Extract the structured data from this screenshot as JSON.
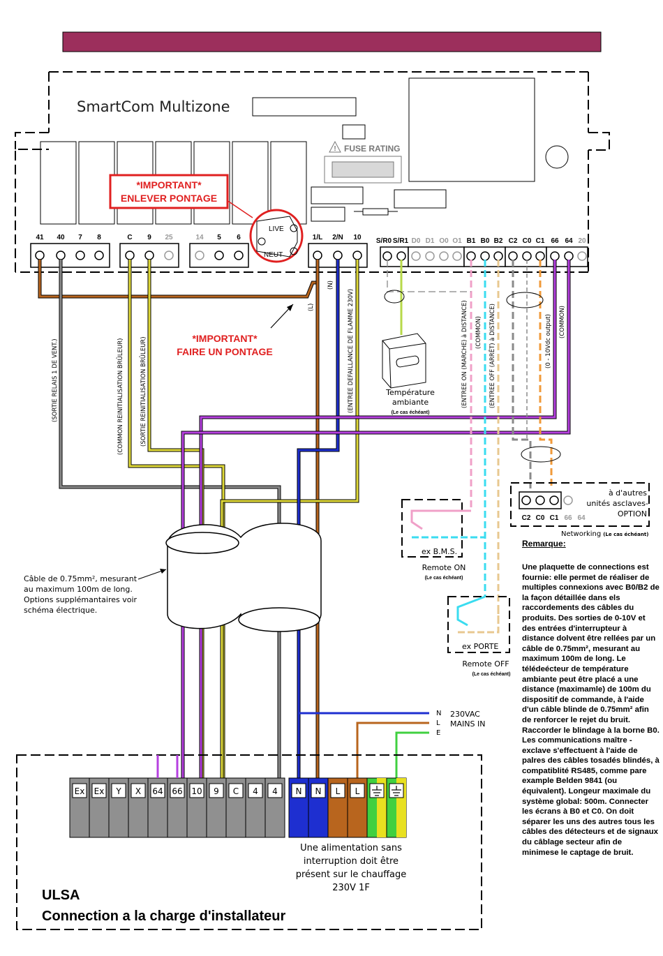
{
  "board": {
    "title": "SmartCom Multizone",
    "fuse_label": "FUSE RATING",
    "live": "LIVE",
    "neut": "NEUT"
  },
  "important1": {
    "line1": "*IMPORTANT*",
    "line2": "ENLEVER PONTAGE"
  },
  "important2": {
    "line1": "*IMPORTANT*",
    "line2": "FAIRE UN PONTAGE"
  },
  "terminals_top": [
    "41",
    "40",
    "7",
    "8",
    "C",
    "9",
    "25",
    "14",
    "5",
    "6",
    "1/L",
    "2/N",
    "10",
    "S/R0",
    "S/R1",
    "D0",
    "D1",
    "O0",
    "O1",
    "B1",
    "B0",
    "B2",
    "C2",
    "C0",
    "C1",
    "66",
    "64",
    "20"
  ],
  "wire_labels": {
    "sortie_relais": "(SORTIE RELAIS 1 DE VENT.)",
    "common_reinit": "(COMMON REINITIALISATION BRÛLEUR)",
    "sortie_reinit": "(SORTIE REINITIALISATION BRÛLEUR)",
    "entree_defaillance": "(ENTREE DEFAILLANCE DE FLAMME 230V)",
    "n": "(N)",
    "l": "(L)",
    "entree_on": "(ENTREE ON (MARCHE) à DISTANCE)",
    "common": "(COMMON)",
    "entree_off": "(ENTREE OFF (ARRÊT) à DISTANCE)",
    "out_0_10v": "(0 - 10Vdc output)",
    "common2": "(COMMON)"
  },
  "temp_sensor": {
    "line1": "Température",
    "line2": "ambiante",
    "line3": "(Le cas échéant)"
  },
  "bms": {
    "label": "ex B.M.S.",
    "title": "Remote ON",
    "sub": "(Le cas échéant)"
  },
  "porte": {
    "label": "ex PORTE",
    "title": "Remote OFF",
    "sub": "(Le cas échéant)"
  },
  "networking": {
    "line1": "à d'autres",
    "line2": "unités asclaves-",
    "line3": "OPTION",
    "terminals": [
      "C2",
      "C0",
      "C1",
      "66",
      "64"
    ],
    "caption": "Networking",
    "caption_sub": "(Le cas échéant)"
  },
  "remarque": {
    "title": "Remarque:",
    "body": "Une plaquette de connections est fournie: elle permet de réaliser de multiples connexions avec B0/B2 de la façon détaillée dans els raccordements des câbles du produits. Des sorties de 0-10V et des entrées d'interrupteur à distance dolvent être rellées par un câble de 0.75mm², mesurant au maximum 100m de long. Le télédeécteur de température ambiante peut être placé a une distance (maximamle) de 100m du dispositif de commande, à l'aide d'un câble blinde de 0.75mm² afin de renforcer le rejet du bruit. Raccorder le blindage à la borne B0. Les communications maître - exclave s'effectuent à l'aide de palres des câbles tosadés blindés, à compatiblité RS485, comme pare example Belden 9841 (ou équivalent). Longeur maximale du système global: 500m. Connecter les écrans à B0 et C0. On doit séparer les uns des autres tous les câbles des détecteurs et de signaux du câblage secteur afin de minimese le captage de bruit."
  },
  "cable_note": "Câble de 0.75mm², mesurant au maximum 100m de long. Options supplémantaires voir schéma électrique.",
  "mains": {
    "n": "N",
    "l": "L",
    "e": "E",
    "line1": "230VAC",
    "line2": "MAINS IN"
  },
  "ulsa_terminals": [
    "Ex",
    "Ex",
    "Y",
    "X",
    "64",
    "66",
    "10",
    "9",
    "C",
    "4",
    "4",
    "N",
    "N",
    "L",
    "L",
    "",
    ""
  ],
  "supply_note": "Une alimentation sans interruption doit être présent sur le chauffage 230V 1F",
  "ulsa": {
    "title": "ULSA",
    "subtitle": "Connection a la charge d'installateur"
  },
  "colors": {
    "header_bar": "#9c2f5c",
    "brown": "#b8651e",
    "grey": "#8a8a8a",
    "yellow": "#e0da3a",
    "blue": "#1e2fd0",
    "purple": "#b640e0",
    "pink": "#f0a0c8",
    "cyan": "#3adcf0",
    "tan": "#e8c890",
    "orange": "#f09a3a",
    "green": "#40d040",
    "red": "#e02020"
  }
}
